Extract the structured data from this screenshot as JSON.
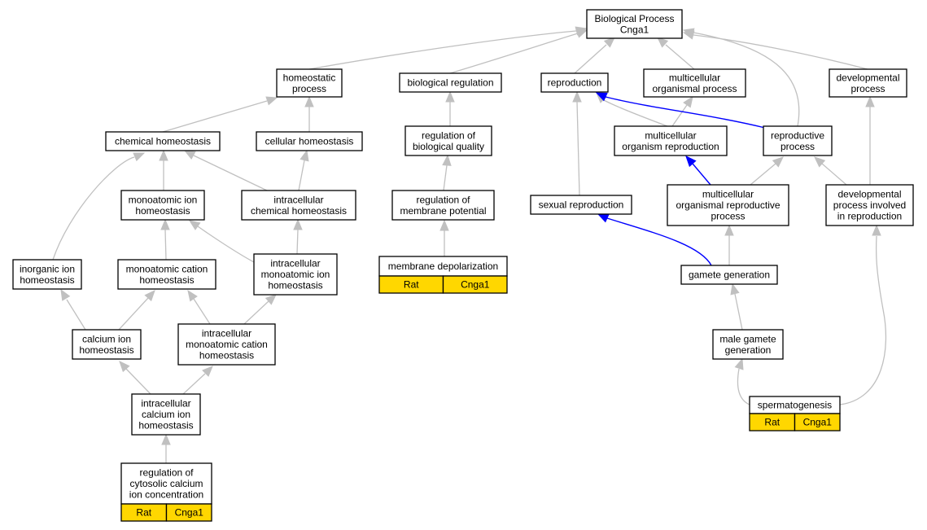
{
  "graph": {
    "colors": {
      "box_fill": "#ffffff",
      "box_border": "#000000",
      "leaf_fill": "#ffd700",
      "edge_normal": "#c0c0c0",
      "edge_highlight": "#0000ff"
    },
    "nodes": {
      "root": [
        "Biological Process",
        "Cnga1"
      ],
      "homeostatic_process": [
        "homeostatic",
        "process"
      ],
      "biological_regulation": [
        "biological regulation"
      ],
      "reproduction": [
        "reproduction"
      ],
      "multicellular_organismal_process": [
        "multicellular",
        "organismal process"
      ],
      "developmental_process": [
        "developmental",
        "process"
      ],
      "chemical_homeostasis": [
        "chemical homeostasis"
      ],
      "cellular_homeostasis": [
        "cellular homeostasis"
      ],
      "regulation_of_biological_quality": [
        "regulation of",
        "biological quality"
      ],
      "multicellular_organism_reproduction": [
        "multicellular",
        "organism reproduction"
      ],
      "reproductive_process": [
        "reproductive",
        "process"
      ],
      "monoatomic_ion_homeostasis": [
        "monoatomic ion",
        "homeostasis"
      ],
      "intracellular_chemical_homeostasis": [
        "intracellular",
        "chemical homeostasis"
      ],
      "regulation_of_membrane_potential": [
        "regulation of",
        "membrane potential"
      ],
      "sexual_reproduction": [
        "sexual reproduction"
      ],
      "multicellular_organismal_reproductive_process": [
        "multicellular",
        "organismal reproductive",
        "process"
      ],
      "developmental_process_involved_in_reproduction": [
        "developmental",
        "process involved",
        "in reproduction"
      ],
      "inorganic_ion_homeostasis": [
        "inorganic ion",
        "homeostasis"
      ],
      "monoatomic_cation_homeostasis": [
        "monoatomic cation",
        "homeostasis"
      ],
      "intracellular_monoatomic_ion_homeostasis": [
        "intracellular",
        "monoatomic ion",
        "homeostasis"
      ],
      "membrane_depolarization": [
        "membrane depolarization"
      ],
      "gamete_generation": [
        "gamete generation"
      ],
      "calcium_ion_homeostasis": [
        "calcium ion",
        "homeostasis"
      ],
      "intracellular_monoatomic_cation_homeostasis": [
        "intracellular",
        "monoatomic cation",
        "homeostasis"
      ],
      "male_gamete_generation": [
        "male gamete",
        "generation"
      ],
      "intracellular_calcium_ion_homeostasis": [
        "intracellular",
        "calcium ion",
        "homeostasis"
      ],
      "spermatogenesis": [
        "spermatogenesis"
      ],
      "regulation_of_cytosolic_calcium_ion_concentration": [
        "regulation of",
        "cytosolic calcium",
        "ion concentration"
      ]
    },
    "annotations": {
      "membrane_depolarization": [
        "Rat",
        "Cnga1"
      ],
      "spermatogenesis": [
        "Rat",
        "Cnga1"
      ],
      "regulation_of_cytosolic_calcium_ion_concentration": [
        "Rat",
        "Cnga1"
      ]
    }
  }
}
